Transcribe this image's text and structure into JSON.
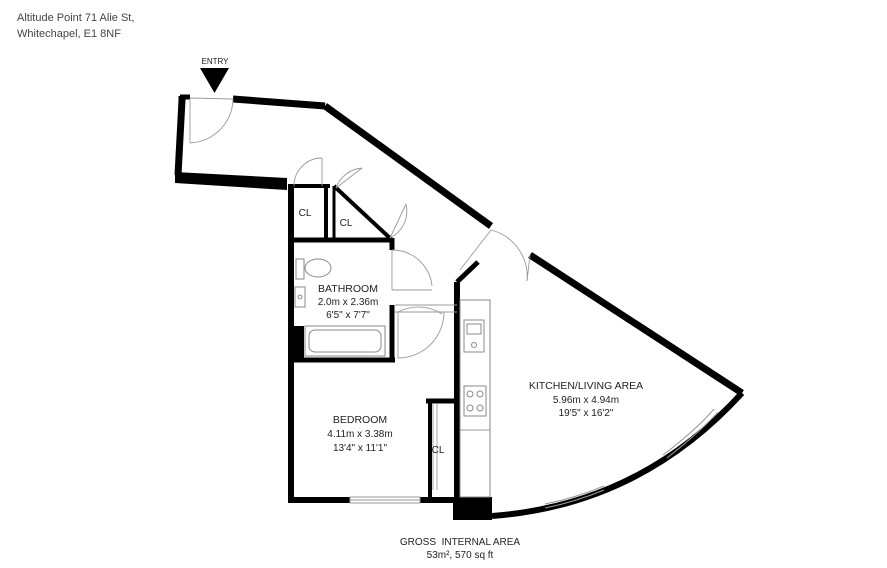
{
  "address": {
    "line1": "Altitude Point 71 Alie St,",
    "line2": "Whitechapel, E1 8NF"
  },
  "entry_label": "ENTRY",
  "rooms": {
    "bathroom": {
      "name": "BATHROOM",
      "metric": "2.0m x 2.36m",
      "imperial": "6'5\" x 7'7\""
    },
    "bedroom": {
      "name": "BEDROOM",
      "metric": "4.11m x 3.38m",
      "imperial": "13'4\" x 11'1\""
    },
    "kitchen": {
      "name": "KITCHEN/LIVING AREA",
      "metric": "5.96m x 4.94m",
      "imperial": "19'5\" x 16'2\""
    }
  },
  "cupboards": {
    "cl_hall_left": "CL",
    "cl_hall_right": "CL",
    "cl_bedroom": "CL"
  },
  "area": {
    "title": "GROSS  INTERNAL AREA",
    "value": "53m², 570 sq ft"
  },
  "colors": {
    "wall": "#000000",
    "fixture_line": "#9a9a9a",
    "text": "#222222"
  }
}
